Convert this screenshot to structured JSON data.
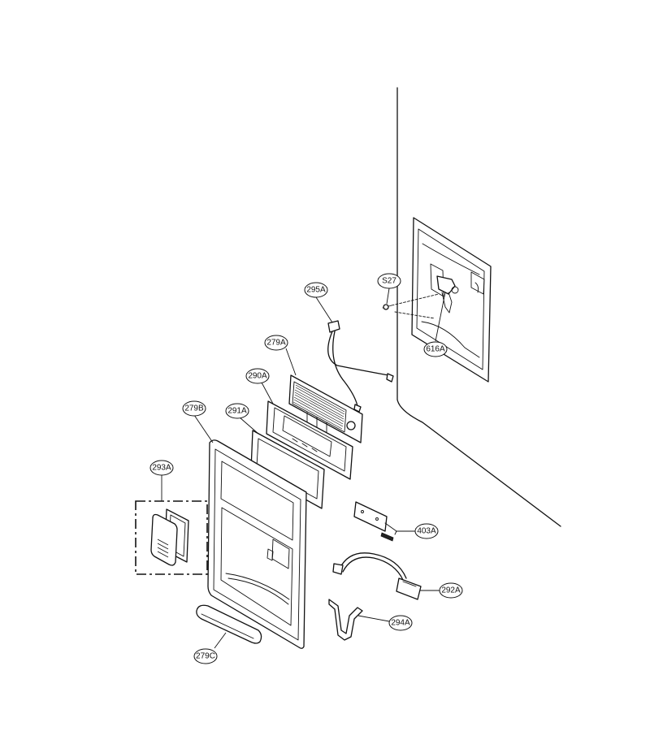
{
  "labels": {
    "l295A": "295A",
    "lS27": "S27",
    "l616A": "616A",
    "l279A": "279A",
    "l290A": "290A",
    "l291A": "291A",
    "l279B": "279B",
    "l293A": "293A",
    "l403A": "403A",
    "l292A": "292A",
    "l294A": "294A",
    "l279C": "279C"
  }
}
